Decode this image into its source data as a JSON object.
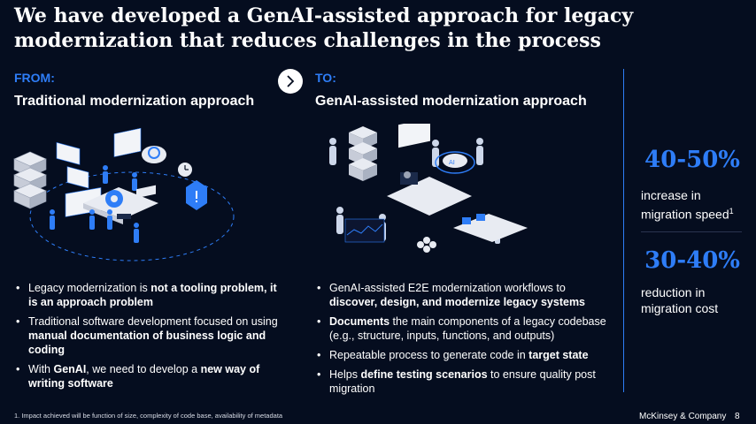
{
  "title": "We have developed a GenAI-assisted approach for legacy modernization that reduces challenges in the process",
  "from": {
    "label": "FROM:",
    "heading": "Traditional modernization approach",
    "bullets": [
      [
        {
          "t": "Legacy modernization is ",
          "b": false
        },
        {
          "t": "not a tooling problem, it is an approach problem",
          "b": true
        }
      ],
      [
        {
          "t": "Traditional software development focused on using ",
          "b": false
        },
        {
          "t": "manual documentation of business logic and coding",
          "b": true
        }
      ],
      [
        {
          "t": "With ",
          "b": false
        },
        {
          "t": "GenAI",
          "b": true
        },
        {
          "t": ", we need to develop a ",
          "b": false
        },
        {
          "t": "new way of writing software",
          "b": true
        }
      ]
    ]
  },
  "to": {
    "label": "TO:",
    "heading": "GenAI-assisted modernization approach",
    "bullets": [
      [
        {
          "t": "GenAI-assisted E2E modernization workflows to ",
          "b": false
        },
        {
          "t": "discover, design, and modernize legacy systems",
          "b": true
        }
      ],
      [
        {
          "t": "Documents",
          "b": true
        },
        {
          "t": " the main components of a legacy codebase (e.g., structure, inputs, functions, and outputs)",
          "b": false
        }
      ],
      [
        {
          "t": "Repeatable process to generate code in ",
          "b": false
        },
        {
          "t": "target state",
          "b": true
        }
      ],
      [
        {
          "t": "Helps ",
          "b": false
        },
        {
          "t": "define testing scenarios",
          "b": true
        },
        {
          "t": " to ensure quality post migration",
          "b": false
        }
      ]
    ]
  },
  "stats": [
    {
      "value": "40-50%",
      "desc_line1": "increase in",
      "desc_line2": "migration speed",
      "sup": "1"
    },
    {
      "value": "30-40%",
      "desc_line1": "reduction in",
      "desc_line2": "migration cost",
      "sup": ""
    }
  ],
  "footnote": "1.    Impact achieved will be function of size, complexity of code base, availability of metadata",
  "brand": "McKinsey & Company",
  "page_number": "8",
  "icons": {
    "arrow": "chevron-right-icon",
    "left_illustration": "server-people-illustration",
    "right_illustration": "robots-ai-illustration"
  },
  "colors": {
    "background": "#050d1f",
    "accent": "#2e7df7",
    "text": "#ffffff"
  }
}
